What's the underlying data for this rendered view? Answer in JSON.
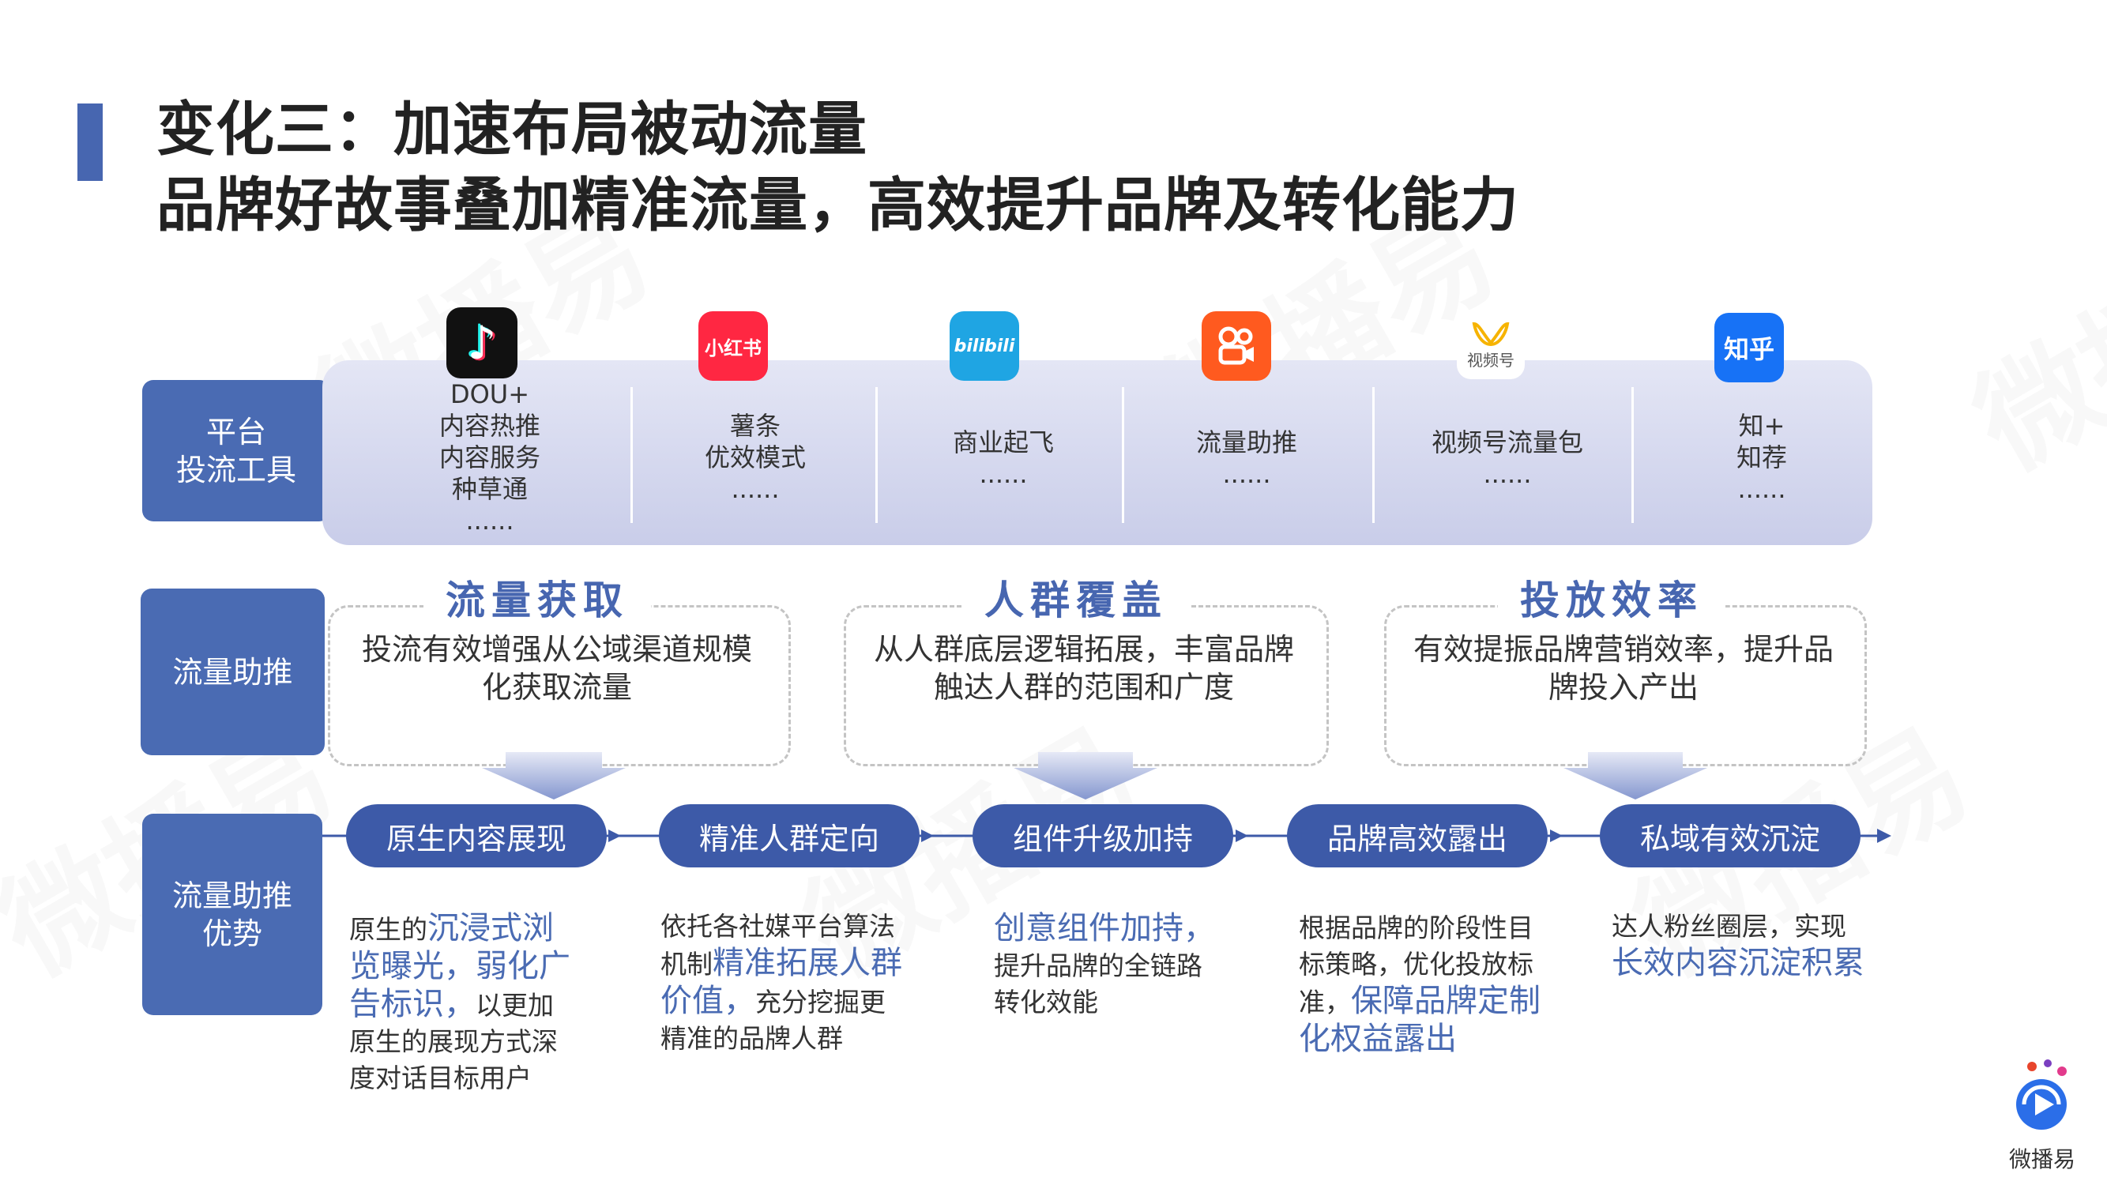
{
  "header": {
    "title_line1": "变化三：加速布局被动流量",
    "title_line2": "品牌好故事叠加精准流量，高效提升品牌及转化能力"
  },
  "watermark": "微播易",
  "row_labels": {
    "platform_line1": "平台",
    "platform_line2": "投流工具",
    "boost": "流量助推",
    "advantage_line1": "流量助推",
    "advantage_line2": "优势"
  },
  "platforms": [
    {
      "logo": "tiktok-logo",
      "logo_text": "♪",
      "lines": [
        "DOU+",
        "内容热推",
        "内容服务",
        "种草通",
        "......"
      ]
    },
    {
      "logo": "xiaohongshu-logo",
      "logo_text": "小红书",
      "lines": [
        "薯条",
        "优效模式",
        "......"
      ]
    },
    {
      "logo": "bilibili-logo",
      "logo_text": "bilibili",
      "lines": [
        "商业起飞",
        "......"
      ]
    },
    {
      "logo": "kuaishou-logo",
      "logo_text": "",
      "lines": [
        "流量助推",
        "......"
      ]
    },
    {
      "logo": "shipinhao-logo",
      "logo_text": "视频号",
      "lines": [
        "视频号流量包",
        "......"
      ]
    },
    {
      "logo": "zhihu-logo",
      "logo_text": "知乎",
      "lines": [
        "知+",
        "知荐",
        "......"
      ]
    }
  ],
  "boost_items": [
    {
      "title": "流量获取",
      "line1": "投流有效增强从公域渠道规模",
      "line2": "化获取流量"
    },
    {
      "title": "人群覆盖",
      "line1": "从人群底层逻辑拓展，丰富品牌",
      "line2": "触达人群的范围和广度"
    },
    {
      "title": "投放效率",
      "line1": "有效提振品牌营销效率，提升品",
      "line2": "牌投入产出"
    }
  ],
  "advantages": [
    {
      "label": "原生内容展现",
      "lines": [
        [
          {
            "t": "原生的"
          },
          {
            "t": "沉浸式浏",
            "h": true
          }
        ],
        [
          {
            "t": "览曝光，弱化广",
            "h": true
          }
        ],
        [
          {
            "t": "告标识，",
            "h": true
          },
          {
            "t": "以更加"
          }
        ],
        [
          {
            "t": "原生的展现方式深"
          }
        ],
        [
          {
            "t": "度对话目标用户"
          }
        ]
      ]
    },
    {
      "label": "精准人群定向",
      "lines": [
        [
          {
            "t": "依托各社媒平台算法"
          }
        ],
        [
          {
            "t": "机制"
          },
          {
            "t": "精准拓展人群",
            "h": true
          }
        ],
        [
          {
            "t": "价值，",
            "h": true
          },
          {
            "t": "充分挖掘更"
          }
        ],
        [
          {
            "t": "精准的品牌人群"
          }
        ]
      ]
    },
    {
      "label": "组件升级加持",
      "lines": [
        [
          {
            "t": "创意组件加持，",
            "h": true
          }
        ],
        [
          {
            "t": "提升品牌的全链路"
          }
        ],
        [
          {
            "t": "转化效能"
          }
        ]
      ]
    },
    {
      "label": "品牌高效露出",
      "lines": [
        [
          {
            "t": "根据品牌的阶段性目"
          }
        ],
        [
          {
            "t": "标策略，优化投放标"
          }
        ],
        [
          {
            "t": "准，"
          },
          {
            "t": "保障品牌定制",
            "h": true
          }
        ],
        [
          {
            "t": "化权益露出",
            "h": true
          }
        ]
      ]
    },
    {
      "label": "私域有效沉淀",
      "lines": [
        [
          {
            "t": "达人粉丝圈层，实现"
          }
        ],
        [
          {
            "t": "长效内容沉淀积累",
            "h": true
          }
        ]
      ]
    }
  ],
  "footer_logo_text": "微播易",
  "colors": {
    "primary": "#4a6bb3",
    "pill": "#3d5aa8",
    "title_accent": "#4766b0"
  }
}
